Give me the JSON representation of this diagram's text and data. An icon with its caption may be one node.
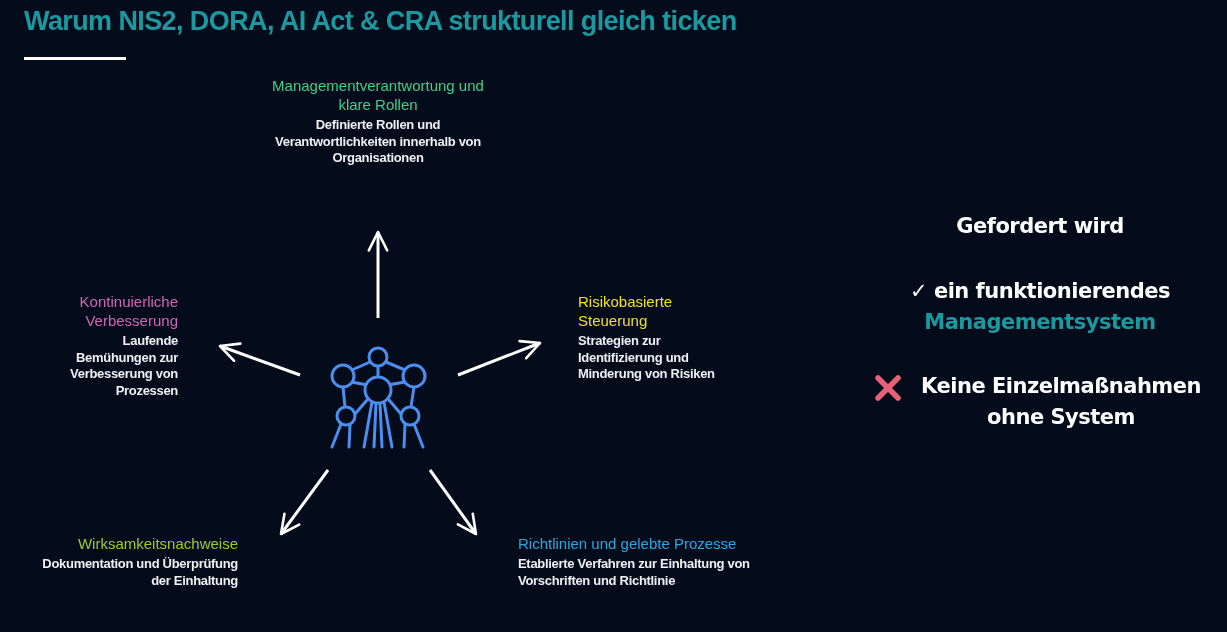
{
  "diagram": {
    "title": "Warum NIS2, DORA, AI Act & CRA strukturell gleich ticken",
    "nodes": [
      {
        "text": [],
        "shape": "picture"
      },
      {
        "text": [
          "Managementverantwortung und klare Rollen",
          "Definierte Rollen und Verantwortlichkeiten innerhalb von Organisationen"
        ]
      },
      {
        "text": [
          "Kontinuierliche Verbesserung",
          "Laufende Bemühungen zur Verbesserung von Prozessen"
        ]
      },
      {
        "text": [
          "Risikobasierte Steuerung",
          "Strategien zur Identifizierung und Minderung von Risiken"
        ]
      },
      {
        "text": [
          "Wirksamkeitsnachweise",
          "Dokumentation und Überprüfung der Einhaltung"
        ]
      },
      {
        "text": [
          "Richtlinien und gelebte Prozesse",
          "Etablierte Verfahren zur Einhaltung von Vorschriften und Richtlinie"
        ]
      }
    ],
    "edges": [
      {
        "from": 0,
        "to": 1,
        "arrow": "to"
      },
      {
        "from": 0,
        "to": 2,
        "arrow": "to"
      },
      {
        "from": 0,
        "to": 3,
        "arrow": "to"
      },
      {
        "from": 0,
        "to": 4,
        "arrow": "to"
      },
      {
        "from": 0,
        "to": 5,
        "arrow": "to"
      }
    ],
    "labels": [
      "Gefordert wird",
      "✓ ein funktionierendes",
      "Managementsystem",
      "Keine Einzelmaßnahmen ohne System"
    ]
  }
}
